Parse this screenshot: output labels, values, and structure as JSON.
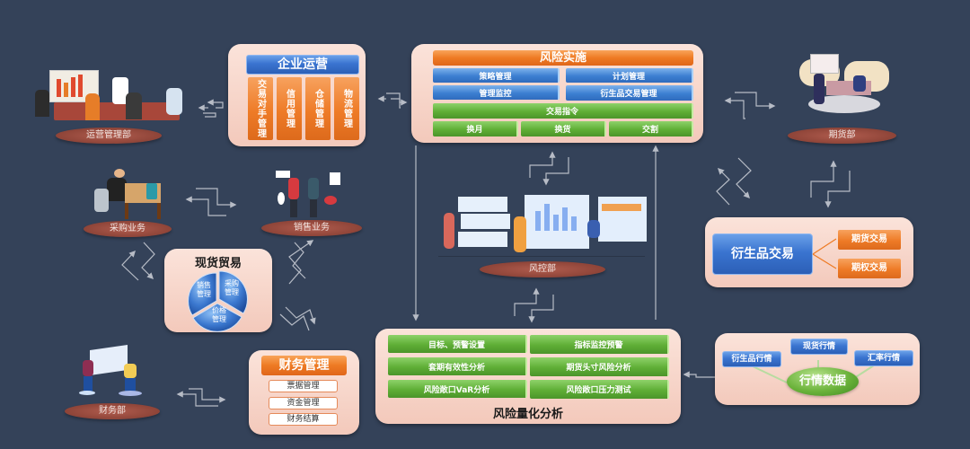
{
  "departments": {
    "operations": "运营管理部",
    "procurement": "采购业务",
    "sales": "销售业务",
    "futures": "期货部",
    "risk_control": "风控部",
    "finance": "财务部"
  },
  "enterprise_ops": {
    "title": "企业运营",
    "items": [
      "交易对手管理",
      "信用管理",
      "仓储管理",
      "物流管理"
    ]
  },
  "risk_impl": {
    "title": "风险实施",
    "row1": [
      "策略管理",
      "计划管理"
    ],
    "row2": [
      "管理监控",
      "衍生品交易管理"
    ],
    "row3": "交易指令",
    "row4": [
      "换月",
      "换货",
      "交割"
    ]
  },
  "derivatives": {
    "title": "衍生品交易",
    "items": [
      "期货交易",
      "期权交易"
    ]
  },
  "spot_trade": {
    "title": "现货贸易",
    "segments": [
      "销售管理",
      "采购管理",
      "价格管理"
    ]
  },
  "finance_mgmt": {
    "title": "财务管理",
    "items": [
      "票据管理",
      "资金管理",
      "财务结算"
    ]
  },
  "risk_quant": {
    "title": "风险量化分析",
    "left": [
      "目标、预警设置",
      "套期有效性分析",
      "风险敞口VaR分析"
    ],
    "right": [
      "指标监控预警",
      "期货头寸风险分析",
      "风险敞口压力测试"
    ]
  },
  "market_data": {
    "title": "行情数据",
    "items": [
      "衍生品行情",
      "现货行情",
      "汇率行情"
    ]
  },
  "colors": {
    "background": "#344259",
    "panel": "#f6d3c7",
    "blue": "#3a74d0",
    "orange": "#ee7a23",
    "green": "#5fae36",
    "dept_badge": "#8e4438",
    "arrow": "#b7bcc6"
  }
}
